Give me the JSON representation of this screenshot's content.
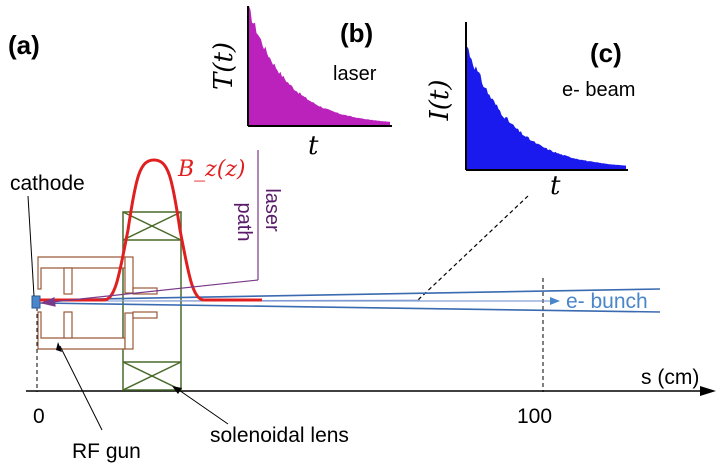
{
  "panels": {
    "a": "(a)",
    "b": "(b)",
    "c": "(c)"
  },
  "labels": {
    "cathode": "cathode",
    "bz": "B_z(z)",
    "laser_path_1": "laser",
    "laser_path_2": "path",
    "bunch": "e- bunch",
    "rf_gun": "RF gun",
    "solenoid": "solenoidal lens",
    "axis": "s (cm)",
    "tick_0": "0",
    "tick_100": "100"
  },
  "inset_b": {
    "ylabel": "T(t)",
    "xlabel": "t",
    "caption": "laser",
    "color": "#bb22bb"
  },
  "inset_c": {
    "ylabel": "I(t)",
    "xlabel": "t",
    "caption": "e- beam",
    "color": "#1a1aee"
  },
  "colors": {
    "gun": "#9a5a3a",
    "solenoid": "#4a6a2a",
    "bz_curve": "#e02020",
    "beam_lines": "#3a6ab0",
    "bunch_text": "#4a86c8",
    "laser": "#7a3a8a"
  }
}
